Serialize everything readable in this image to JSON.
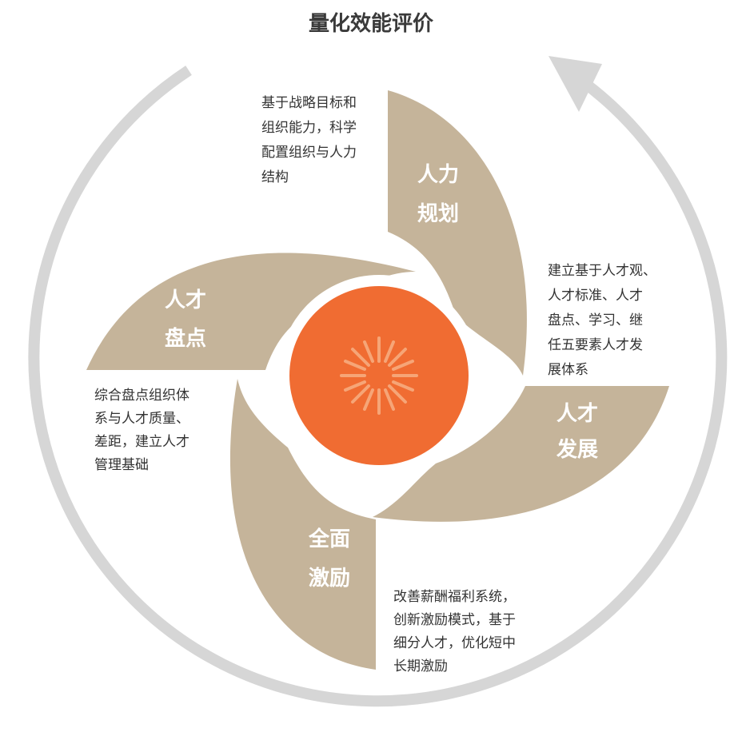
{
  "title": "量化效能评价",
  "colors": {
    "ring": "#d6d6d6",
    "blade": "#c5b49a",
    "center": "#f06c32",
    "center_icon": "#f6a577",
    "label": "#ffffff",
    "text": "#333333"
  },
  "center_icon": "sunburst-icon",
  "blades": [
    {
      "line1": "人力",
      "line2": "规划"
    },
    {
      "line1": "人才",
      "line2": "发展"
    },
    {
      "line1": "全面",
      "line2": "激励"
    },
    {
      "line1": "人才",
      "line2": "盘点"
    }
  ],
  "descriptions": {
    "planning": [
      "基于战略目标和",
      "组织能力，科学",
      "配置组织与人力",
      "结构"
    ],
    "development": [
      "建立基于人才观、",
      "人才标准、人才",
      "盘点、学习、继",
      "任五要素人才发",
      "展体系"
    ],
    "incentive": [
      "改善薪酬福利系统，",
      "创新激励模式，基于",
      "细分人才，优化短中",
      "长期激励"
    ],
    "review": [
      "综合盘点组织体",
      "系与人才质量、",
      "差距，建立人才",
      "管理基础"
    ]
  }
}
